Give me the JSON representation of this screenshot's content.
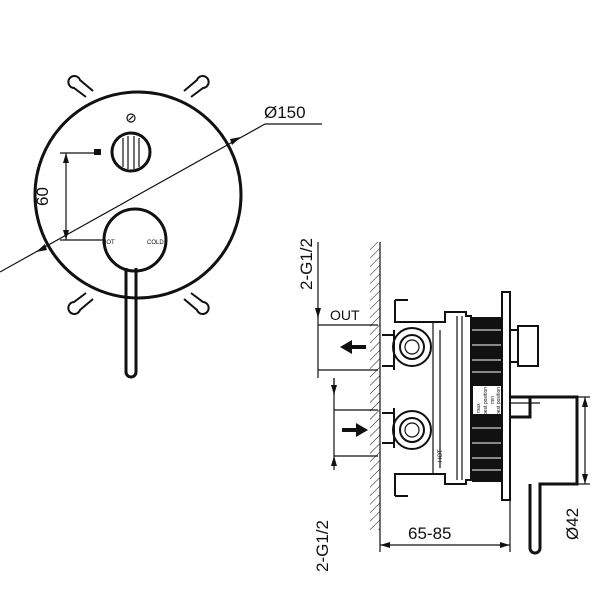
{
  "front_view": {
    "labels": {
      "hot": "HOT",
      "cold": "COLD"
    },
    "dimensions": {
      "diameter": "Ø150",
      "height": "60"
    }
  },
  "side_view": {
    "labels": {
      "out": "OUT",
      "hot": "HOT",
      "max": "max",
      "best_position_1": "best position",
      "min": "min",
      "best_position_2": "best position"
    },
    "dimensions": {
      "thread_top": "2-G1/2",
      "thread_bottom": "2-G1/2",
      "depth": "65-85",
      "handle_diameter": "Ø42"
    }
  }
}
